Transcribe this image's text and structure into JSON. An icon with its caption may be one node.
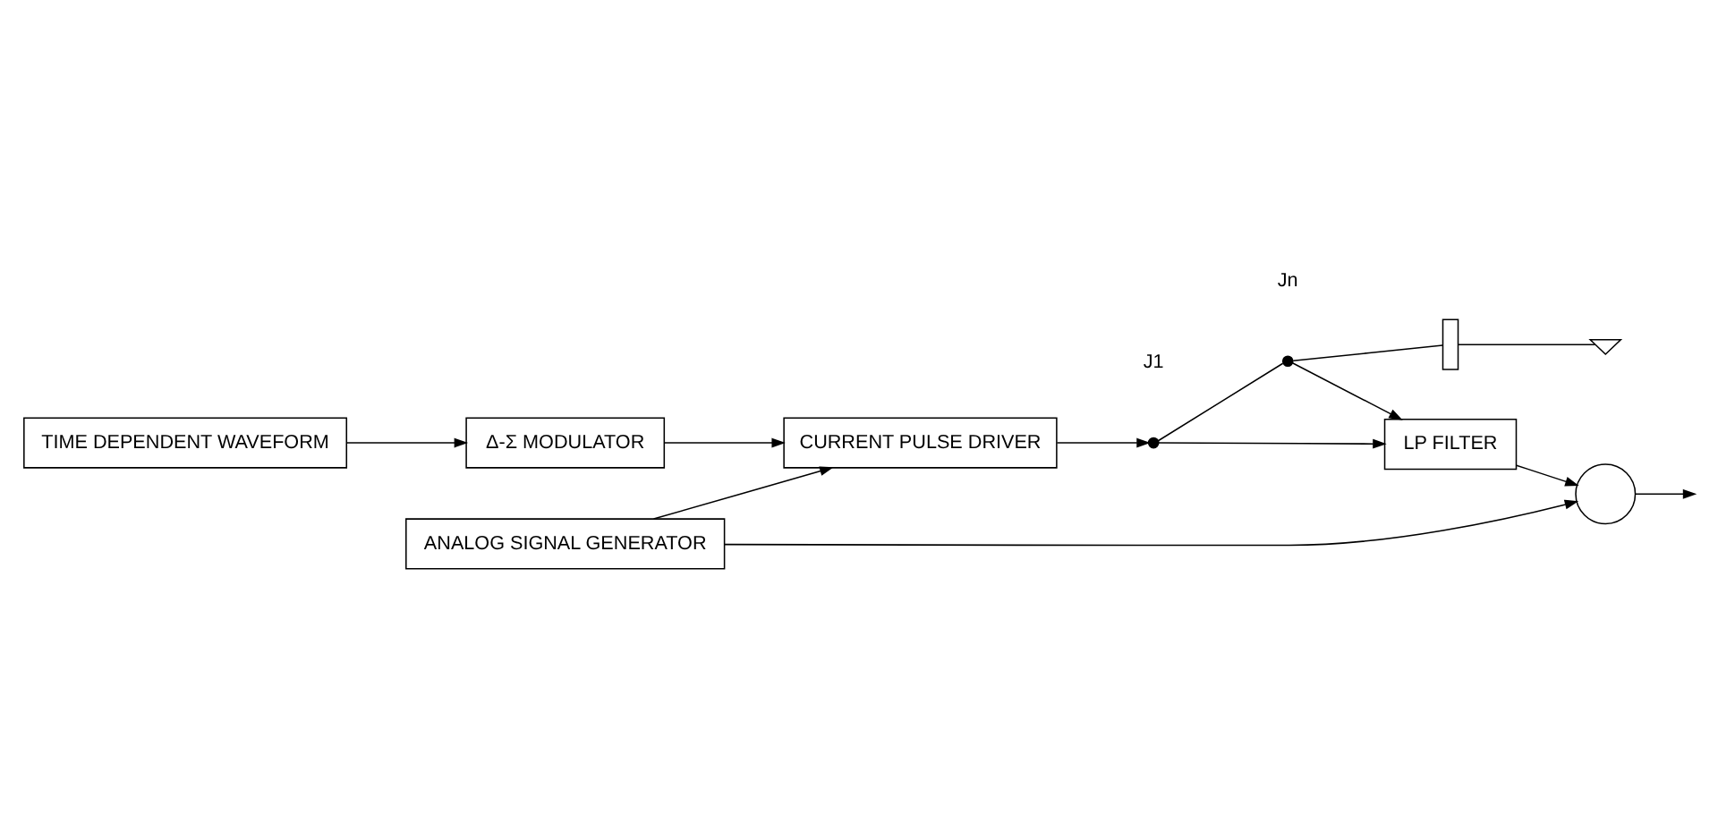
{
  "diagram": {
    "nodes": [
      {
        "text": [
          "TIME DEPENDENT WAVEFORM"
        ]
      },
      {
        "text": [
          "Δ-Σ MODULATOR"
        ]
      },
      {
        "text": [
          "CURRENT PULSE DRIVER"
        ]
      },
      {
        "text": [
          "ANALOG SIGNAL GENERATOR"
        ]
      },
      {
        "text": [],
        "shape": "circle"
      },
      {
        "text": [
          "LP FILTER"
        ]
      },
      {
        "text": [],
        "shape": "dot"
      },
      {
        "text": [],
        "shape": "dot"
      },
      {
        "text": [],
        "shape": "resistor"
      },
      {
        "text": [],
        "shape": "ground"
      }
    ],
    "edges": [
      {
        "from": 0,
        "to": 1,
        "arrow": "to"
      },
      {
        "from": 1,
        "to": 2,
        "arrow": "to"
      },
      {
        "from": 3,
        "to": 2,
        "arrow": "to"
      },
      {
        "from": 3,
        "to": 4,
        "arrow": "to"
      },
      {
        "from": 4,
        "to": null,
        "arrow": "to"
      },
      {
        "from": 5,
        "to": 4,
        "arrow": "to"
      },
      {
        "from": 2,
        "to": 6,
        "arrow": "to"
      },
      {
        "from": 6,
        "to": 5,
        "arrow": "to"
      },
      {
        "from": 7,
        "to": 5,
        "arrow": "to"
      },
      {
        "from": 6,
        "to": 7,
        "arrow": "none"
      },
      {
        "from": 7,
        "to": 8,
        "arrow": "none"
      },
      {
        "from": 8,
        "to": 9,
        "arrow": "none"
      }
    ],
    "labels": [
      "J1",
      "Jn"
    ]
  }
}
